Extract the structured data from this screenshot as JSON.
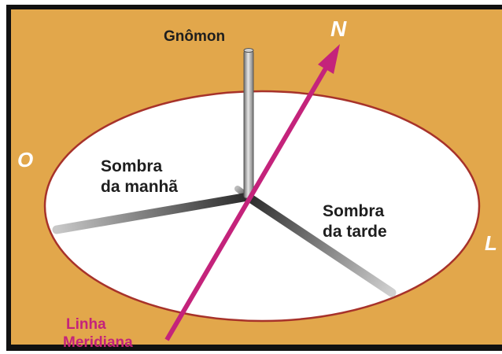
{
  "colors": {
    "background": "#E2A74B",
    "frame": "#111111",
    "dial_fill": "#FFFFFF",
    "dial_edge": "#A7322A",
    "meridian": "#C4237B",
    "text_dark": "#1E1E1E",
    "cardinal": "#FFFFFF"
  },
  "labels": {
    "gnomon": "Gnômon",
    "north": "N",
    "west": "O",
    "east": "L",
    "morning_line1": "Sombra",
    "morning_line2": "da manhã",
    "afternoon_line1": "Sombra",
    "afternoon_line2": "da tarde",
    "meridian_line1": "Linha",
    "meridian_line2": "Meridiana"
  }
}
